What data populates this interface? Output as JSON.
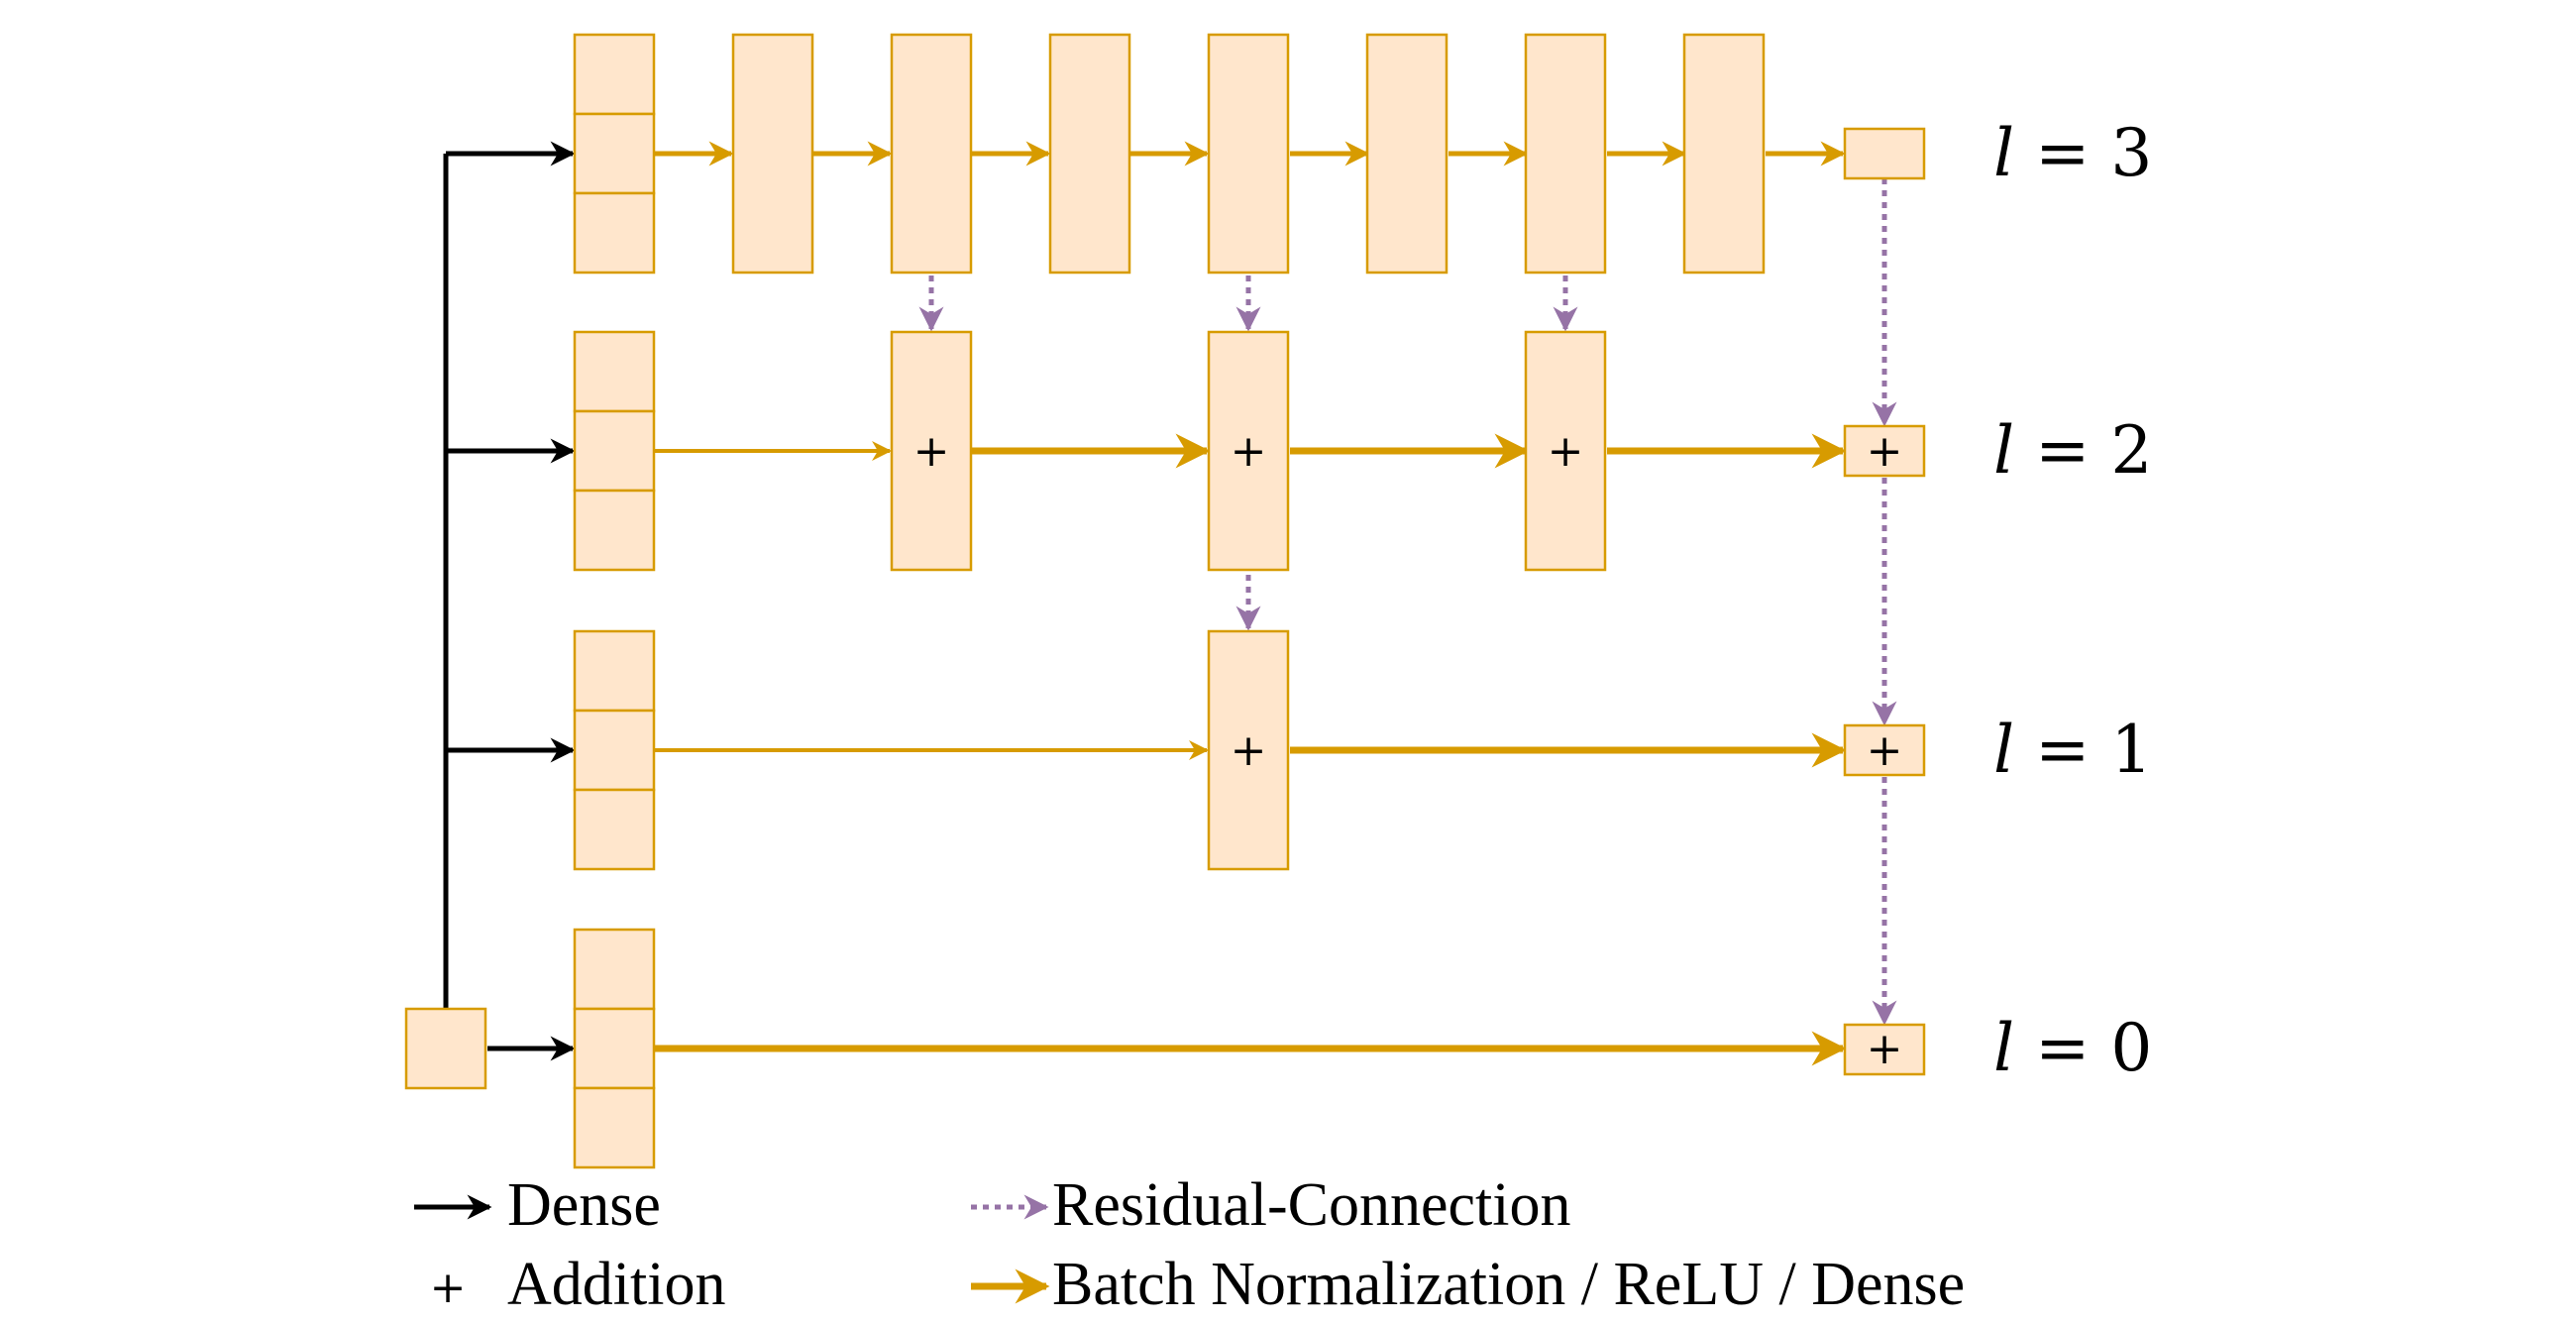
{
  "colors": {
    "block_fill": "#ffe6cc",
    "block_stroke": "#d79b00",
    "orange_arrow": "#d79b00",
    "purple_residual": "#9673a6",
    "black": "#000000"
  },
  "symbols": {
    "addition": "+"
  },
  "level_labels": [
    {
      "var": "l",
      "rel": " = ",
      "num": "3"
    },
    {
      "var": "l",
      "rel": " = ",
      "num": "2"
    },
    {
      "var": "l",
      "rel": " = ",
      "num": "1"
    },
    {
      "var": "l",
      "rel": " = ",
      "num": "0"
    }
  ],
  "legend": {
    "dense": "Dense",
    "addition_symbol": "+",
    "addition": "Addition",
    "residual": "Residual-Connection",
    "bn_relu_dense": "Batch Normalization / ReLU / Dense"
  }
}
